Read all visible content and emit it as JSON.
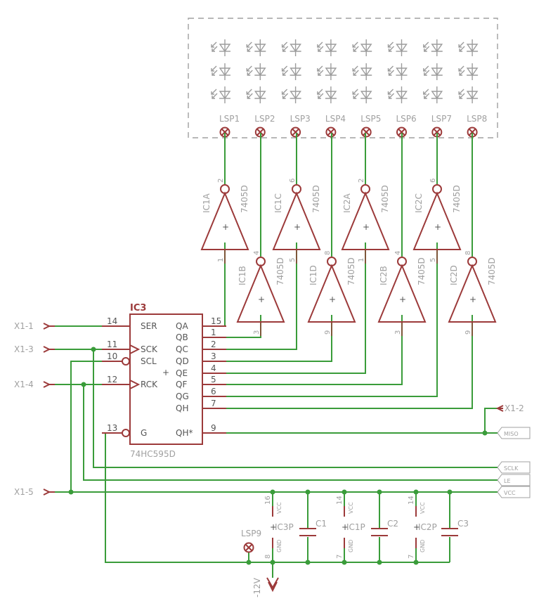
{
  "colors": {
    "wire": "#3a9c3a",
    "symbol": "#9c3a3a",
    "label": "#a0a0a0",
    "text": "#555555"
  },
  "connectors": [
    "X1-1",
    "X1-3",
    "X1-4",
    "X1-5",
    "X1-2"
  ],
  "leds": [
    "LSP1",
    "LSP2",
    "LSP3",
    "LSP4",
    "LSP5",
    "LSP6",
    "LSP7",
    "LSP8"
  ],
  "ic3": {
    "name": "IC3",
    "part": "74HC595D",
    "plus": "+",
    "left_pins": [
      {
        "num": "14",
        "label": "SER"
      },
      {
        "num": "11",
        "label": "SCK"
      },
      {
        "num": "10",
        "label": "SCL"
      },
      {
        "num": "12",
        "label": "RCK"
      },
      {
        "num": "13",
        "label": "G"
      }
    ],
    "right_pins": [
      {
        "num": "15",
        "label": "QA"
      },
      {
        "num": "1",
        "label": "QB"
      },
      {
        "num": "2",
        "label": "QC"
      },
      {
        "num": "3",
        "label": "QD"
      },
      {
        "num": "4",
        "label": "QE"
      },
      {
        "num": "5",
        "label": "QF"
      },
      {
        "num": "6",
        "label": "QG"
      },
      {
        "num": "7",
        "label": "QH"
      },
      {
        "num": "9",
        "label": "QH*"
      }
    ]
  },
  "gates_top": [
    {
      "name": "IC1A",
      "part": "7405D",
      "out": "2",
      "in": "1"
    },
    {
      "name": "IC1C",
      "part": "7405D",
      "out": "6",
      "in": "5"
    },
    {
      "name": "IC2A",
      "part": "7405D",
      "out": "2",
      "in": "1"
    },
    {
      "name": "IC2C",
      "part": "7405D",
      "out": "6",
      "in": "5"
    }
  ],
  "gates_bottom": [
    {
      "name": "IC1B",
      "part": "7405D",
      "out": "4",
      "in": "3"
    },
    {
      "name": "IC1D",
      "part": "7405D",
      "out": "8",
      "in": "9"
    },
    {
      "name": "IC2B",
      "part": "7405D",
      "out": "4",
      "in": "3"
    },
    {
      "name": "IC2D",
      "part": "7405D",
      "out": "8",
      "in": "9"
    }
  ],
  "gate_plus": "+",
  "net_labels": [
    "MISO",
    "SCLK",
    "LE",
    "VCC"
  ],
  "power": [
    {
      "name": "IC3P",
      "vcc_pin": "16",
      "gnd_pin": "8"
    },
    {
      "name": "IC1P",
      "vcc_pin": "14",
      "gnd_pin": "7"
    },
    {
      "name": "IC2P",
      "vcc_pin": "14",
      "gnd_pin": "7"
    }
  ],
  "power_vcc": "VCC",
  "power_gnd": "GND",
  "power_plus": "+",
  "capacitors": [
    "C1",
    "C2",
    "C3"
  ],
  "lsp9": "LSP9",
  "supply": "-12V"
}
